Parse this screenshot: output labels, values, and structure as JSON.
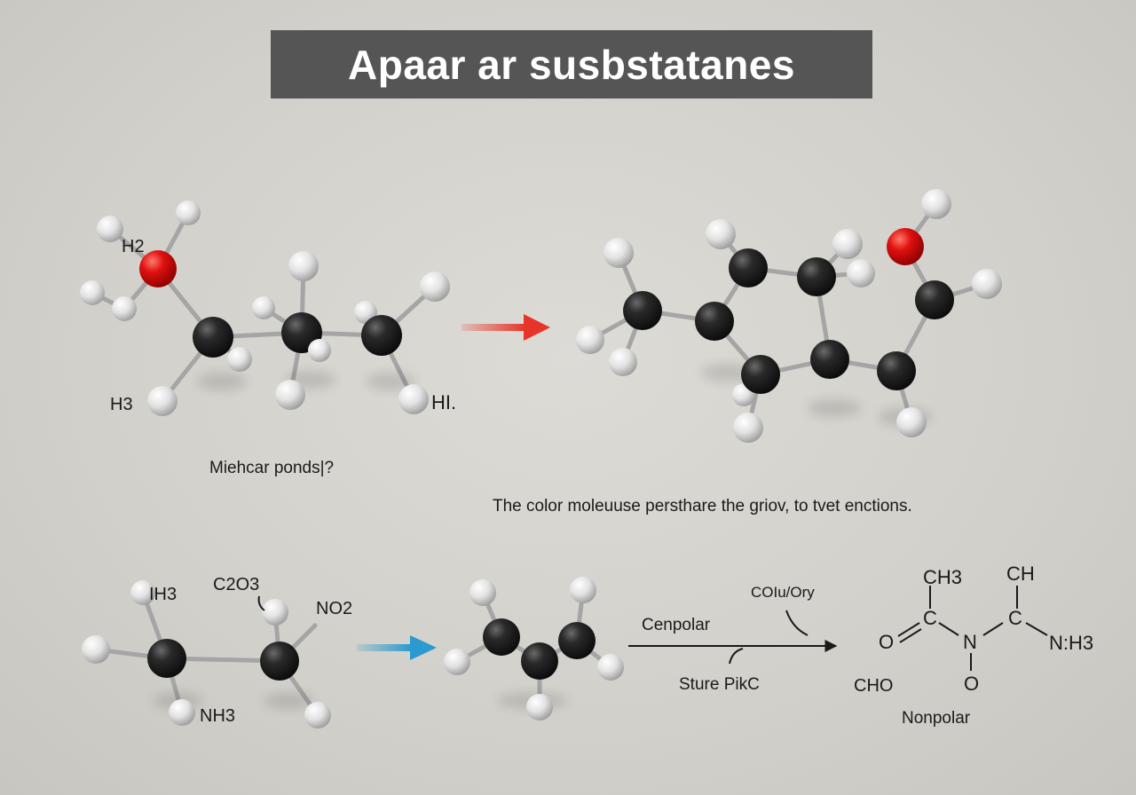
{
  "title": "Apaar ar susbstatanes",
  "colors": {
    "banner": "#555555",
    "carbon": "#1c1c1c",
    "hydrogen": "#e6e6e6",
    "oxygen": "#e01010",
    "arrow_red": "#e8352a",
    "arrow_blue": "#2a9ad0"
  },
  "top_left_molecule": {
    "labels": {
      "h2": "H2",
      "h3": "H3",
      "hi": "HI."
    },
    "caption": "Miehcar ponds|?"
  },
  "top_right_molecule": {
    "caption": "The color moleuuse persthare the  griov, to tvet enctions."
  },
  "bottom_left_molecule": {
    "labels": {
      "ih3": "IH3",
      "c2o3": "C2O3",
      "no2": "NO2",
      "nh3": "NH3"
    }
  },
  "bottom_middle": {
    "cenpolar": "Cenpolar",
    "coiu": "COIu/Ory",
    "sture": "Sture PikC"
  },
  "structure": {
    "ch3": "CH3",
    "ch": "CH",
    "o_left": "O",
    "c_left": "C",
    "n_mid": "N",
    "c_right": "C",
    "nh3": "N:H3",
    "o_bottom": "O",
    "cho": "CHO",
    "nonpolar": "Nonpolar"
  },
  "icons": {
    "reaction_arrow_top": "red-arrow-icon",
    "reaction_arrow_bottom": "blue-arrow-icon",
    "reaction_arrow_long": "black-arrow-icon"
  }
}
